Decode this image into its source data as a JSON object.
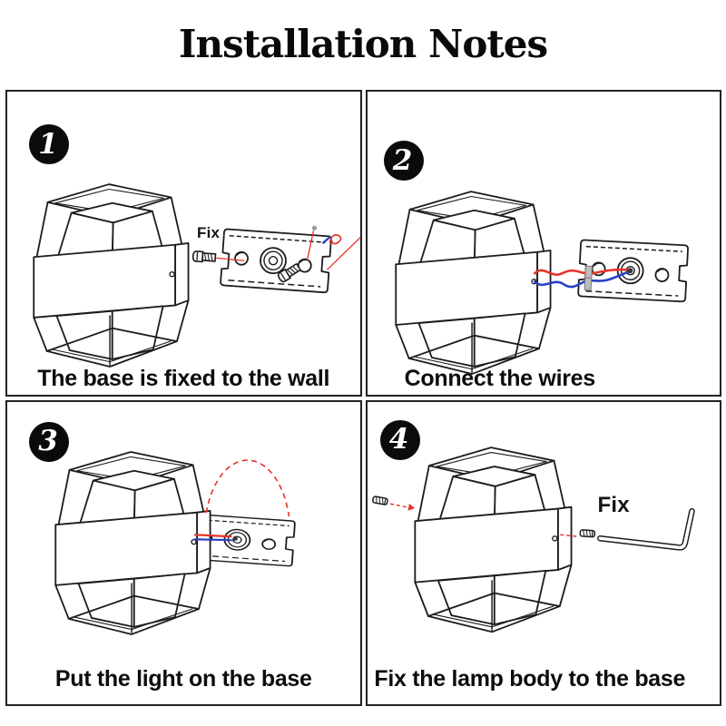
{
  "title": "Installation Notes",
  "colors": {
    "line": "#1c1c1c",
    "red": "#e8332b",
    "blue": "#2742c6",
    "gray": "#9a9a9a"
  },
  "steps": [
    {
      "number": "1",
      "caption": "The base is fixed to the wall",
      "annotation": "Fix"
    },
    {
      "number": "2",
      "caption": "Connect the wires",
      "annotation": ""
    },
    {
      "number": "3",
      "caption": "Put the light on the base",
      "annotation": ""
    },
    {
      "number": "4",
      "caption": "Fix the lamp body to the base",
      "annotation": "Fix"
    }
  ],
  "icons": {
    "lamp": "wall-lamp-line-drawing",
    "plate": "mounting-plate-line-drawing",
    "screw": "mounting-screw",
    "set_screw": "set-screw",
    "hex_key": "allen-key",
    "wires": "red-and-blue-wires",
    "connector": "wire-connector",
    "anchor_dot": "wall-anchor-dot",
    "arc": "placement-arc-dashed",
    "hook": "twist-arrow-mark"
  }
}
